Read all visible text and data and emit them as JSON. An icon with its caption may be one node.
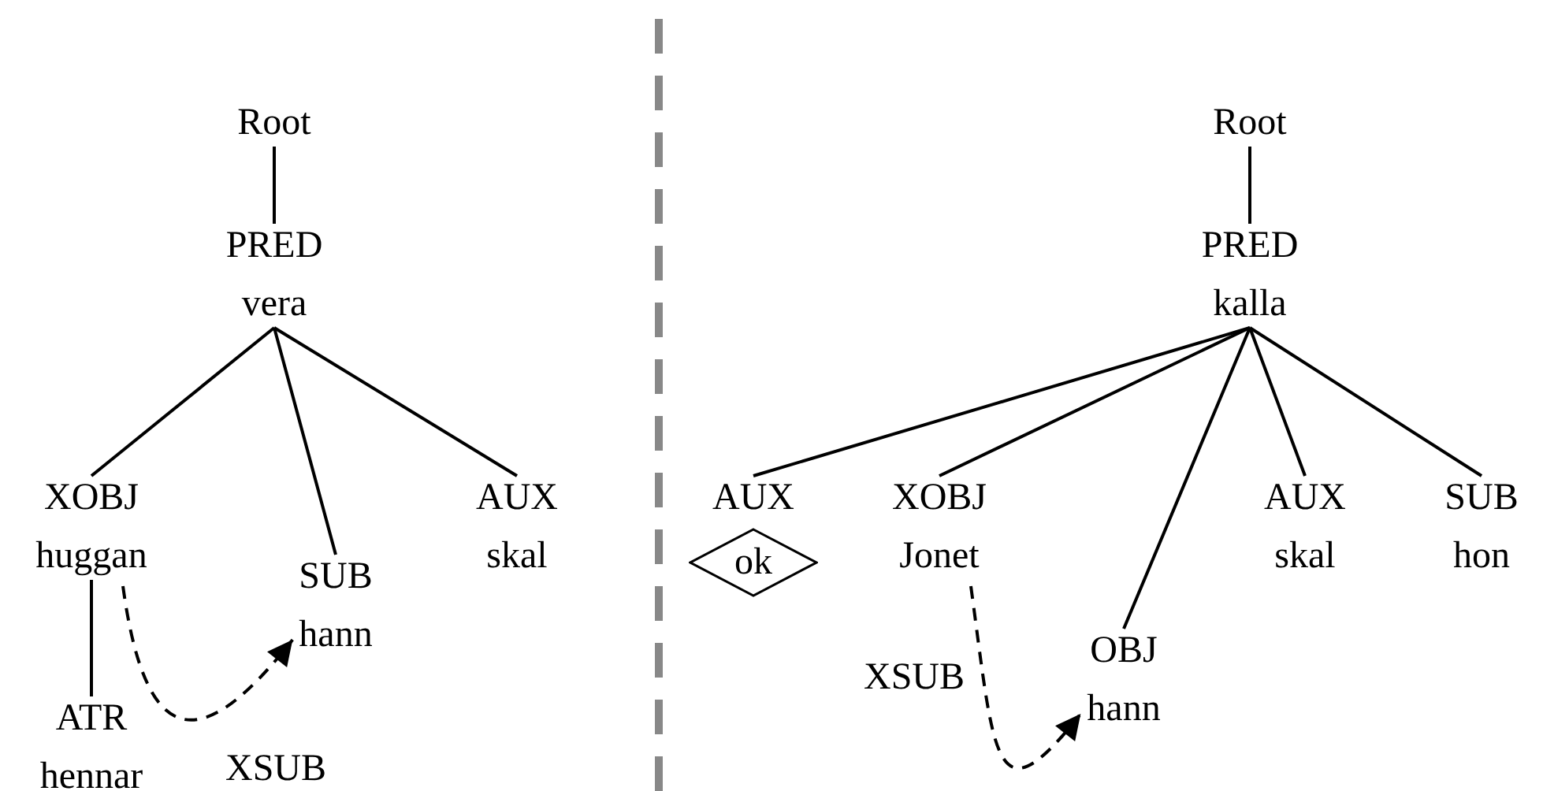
{
  "diagram": {
    "nodes": [
      {
        "text": [
          "Root"
        ]
      },
      {
        "text": [
          "PRED",
          "vera"
        ]
      },
      {
        "text": [
          "XOBJ",
          "huggan"
        ]
      },
      {
        "text": [
          "SUB",
          "hann"
        ]
      },
      {
        "text": [
          "AUX",
          "skal"
        ]
      },
      {
        "text": [
          "ATR",
          "hennar"
        ]
      },
      {
        "text": [
          "Root"
        ]
      },
      {
        "text": [
          "PRED",
          "kalla"
        ]
      },
      {
        "text": [
          "AUX",
          "ok"
        ]
      },
      {
        "text": [
          "XOBJ",
          "Jonet"
        ]
      },
      {
        "text": [
          "OBJ",
          "hann"
        ]
      },
      {
        "text": [
          "AUX",
          "skal"
        ]
      },
      {
        "text": [
          "SUB",
          "hon"
        ]
      }
    ],
    "edges": [
      {
        "from": 0,
        "to": 1,
        "arrow": "none"
      },
      {
        "from": 1,
        "to": 2,
        "arrow": "none"
      },
      {
        "from": 1,
        "to": 3,
        "arrow": "none"
      },
      {
        "from": 1,
        "to": 4,
        "arrow": "none"
      },
      {
        "from": 2,
        "to": 5,
        "arrow": "none"
      },
      {
        "from": 2,
        "to": 3,
        "arrow": "to",
        "style": "dashed",
        "label": "XSUB"
      },
      {
        "from": 6,
        "to": 7,
        "arrow": "none"
      },
      {
        "from": 7,
        "to": 8,
        "arrow": "none"
      },
      {
        "from": 7,
        "to": 9,
        "arrow": "none"
      },
      {
        "from": 7,
        "to": 10,
        "arrow": "none"
      },
      {
        "from": 7,
        "to": 11,
        "arrow": "none"
      },
      {
        "from": 7,
        "to": 12,
        "arrow": "none"
      },
      {
        "from": 9,
        "to": 10,
        "arrow": "to",
        "style": "dashed",
        "label": "XSUB"
      }
    ]
  }
}
